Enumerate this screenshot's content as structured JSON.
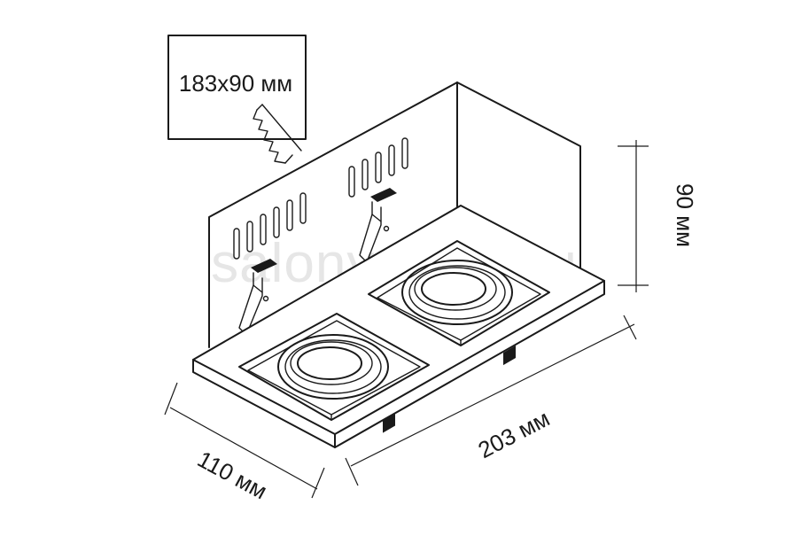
{
  "cutout_label": "183x90 мм",
  "height_label": "90 мм",
  "width_label": "203 мм",
  "depth_label": "110 мм",
  "watermark": "salonysveta.ru"
}
